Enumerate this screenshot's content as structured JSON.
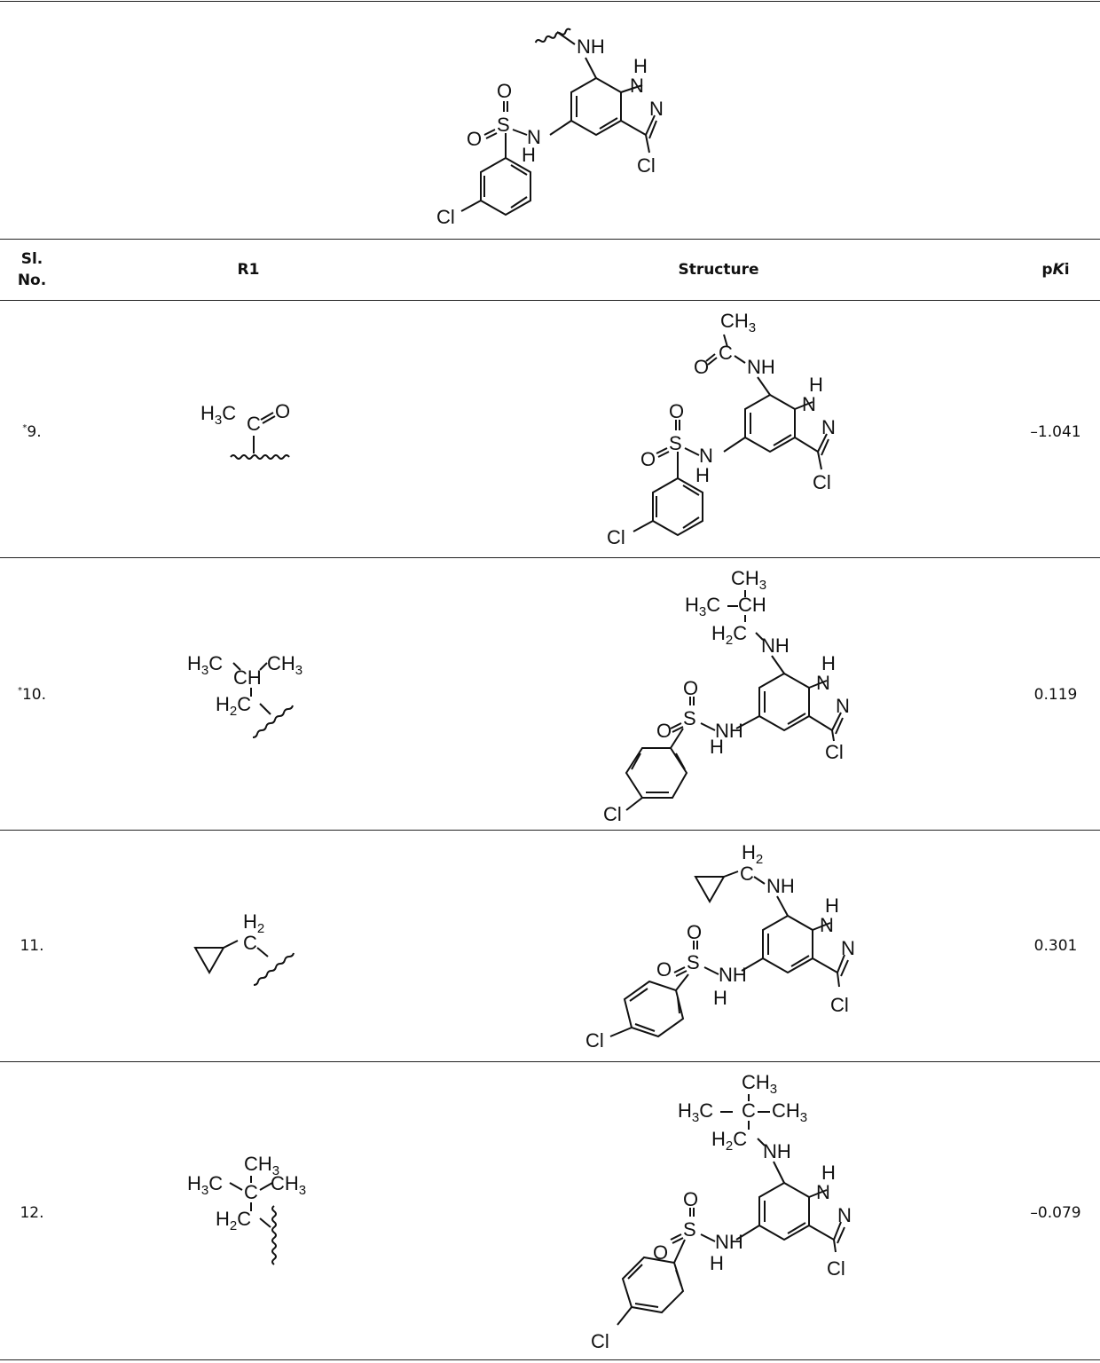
{
  "headers": {
    "sl_no_line1": "Sl.",
    "sl_no_line2": "No.",
    "r1": "R1",
    "structure": "Structure",
    "pki_p": "p",
    "pki_k": "K",
    "pki_i": "i"
  },
  "atoms": {
    "nh": "NH",
    "h": "H",
    "n": "N",
    "cl": "Cl",
    "s": "S",
    "o": "O",
    "c": "C",
    "ch": "CH",
    "ch3": "CH",
    "h3c": "H",
    "sub3": "3",
    "sub2": "2",
    "h2c": "H",
    "h2": "H"
  },
  "rows": [
    {
      "no": "9.",
      "starred": true,
      "pki": "–1.041"
    },
    {
      "no": "10.",
      "starred": true,
      "pki": "0.119"
    },
    {
      "no": "11.",
      "starred": false,
      "pki": "0.301"
    },
    {
      "no": "12.",
      "starred": false,
      "pki": "–0.079"
    }
  ],
  "star_symbol": "*"
}
